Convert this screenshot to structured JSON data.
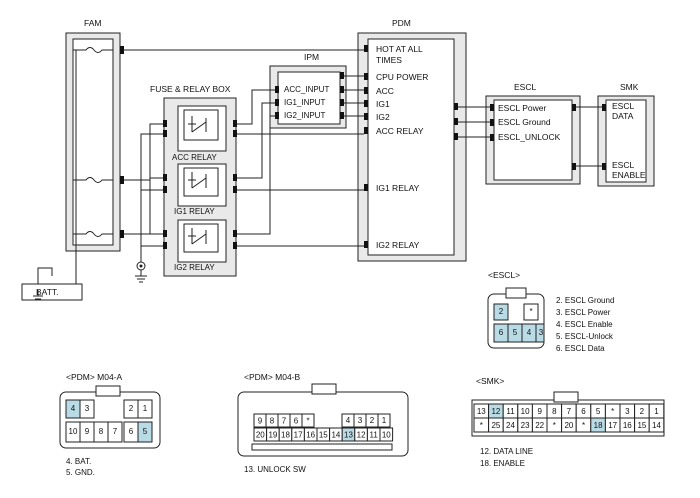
{
  "modules": {
    "fam": "FAM",
    "pdm": "PDM",
    "ipm": "IPM",
    "escl": "ESCL",
    "smk": "SMK",
    "fuse_relay_box": "FUSE & RELAY BOX",
    "batt": "BATT."
  },
  "relays": [
    "ACC RELAY",
    "IG1 RELAY",
    "IG2 RELAY"
  ],
  "ipm_pins": [
    "ACC_INPUT",
    "IG1_INPUT",
    "IG2_INPUT"
  ],
  "pdm_pins": [
    "HOT AT ALL",
    "TIMES",
    "CPU POWER",
    "ACC",
    "IG1",
    "IG2",
    "ACC RELAY",
    "IG1 RELAY",
    "IG2 RELAY"
  ],
  "escl_pins": [
    "ESCL Power",
    "ESCL Ground",
    "ESCL_UNLOCK"
  ],
  "smk_pins": [
    "ESCL",
    "DATA",
    "ESCL",
    "ENABLE"
  ],
  "connectors": {
    "escl": {
      "title": "<ESCL>",
      "top_row": [
        "2",
        "*"
      ],
      "bottom_row": [
        "6",
        "5",
        "4",
        "3"
      ],
      "legend": [
        "2. ESCL Ground",
        "3. ESCL Power",
        "4. ESCL Enable",
        "5. ESCL-Unlock",
        "6. ESCL Data"
      ]
    },
    "pdm_a": {
      "title": "<PDM> M04-A",
      "top_row": [
        "4",
        "3",
        "2",
        "1"
      ],
      "bottom_row": [
        "10",
        "9",
        "8",
        "7",
        "6",
        "5"
      ],
      "legend": [
        "4. BAT.",
        "5. GND."
      ]
    },
    "pdm_b": {
      "title": "<PDM> M04-B",
      "top_row": [
        "9",
        "8",
        "7",
        "6",
        "*",
        "4",
        "3",
        "2",
        "1"
      ],
      "bottom_row": [
        "20",
        "19",
        "18",
        "17",
        "16",
        "15",
        "14",
        "13",
        "12",
        "11",
        "10"
      ],
      "legend": [
        "13. UNLOCK SW"
      ]
    },
    "smk": {
      "title": "<SMK>",
      "top_row": [
        "13",
        "12",
        "11",
        "10",
        "9",
        "8",
        "7",
        "6",
        "5",
        "*",
        "3",
        "2",
        "1"
      ],
      "bottom_row": [
        "*",
        "25",
        "24",
        "23",
        "22",
        "*",
        "20",
        "*",
        "18",
        "17",
        "16",
        "15",
        "14"
      ],
      "legend": [
        "12. DATA LINE",
        "18. ENABLE"
      ]
    }
  },
  "colors": {
    "highlight": "#b9dbe5",
    "module_fill": "#e9e9e9"
  }
}
